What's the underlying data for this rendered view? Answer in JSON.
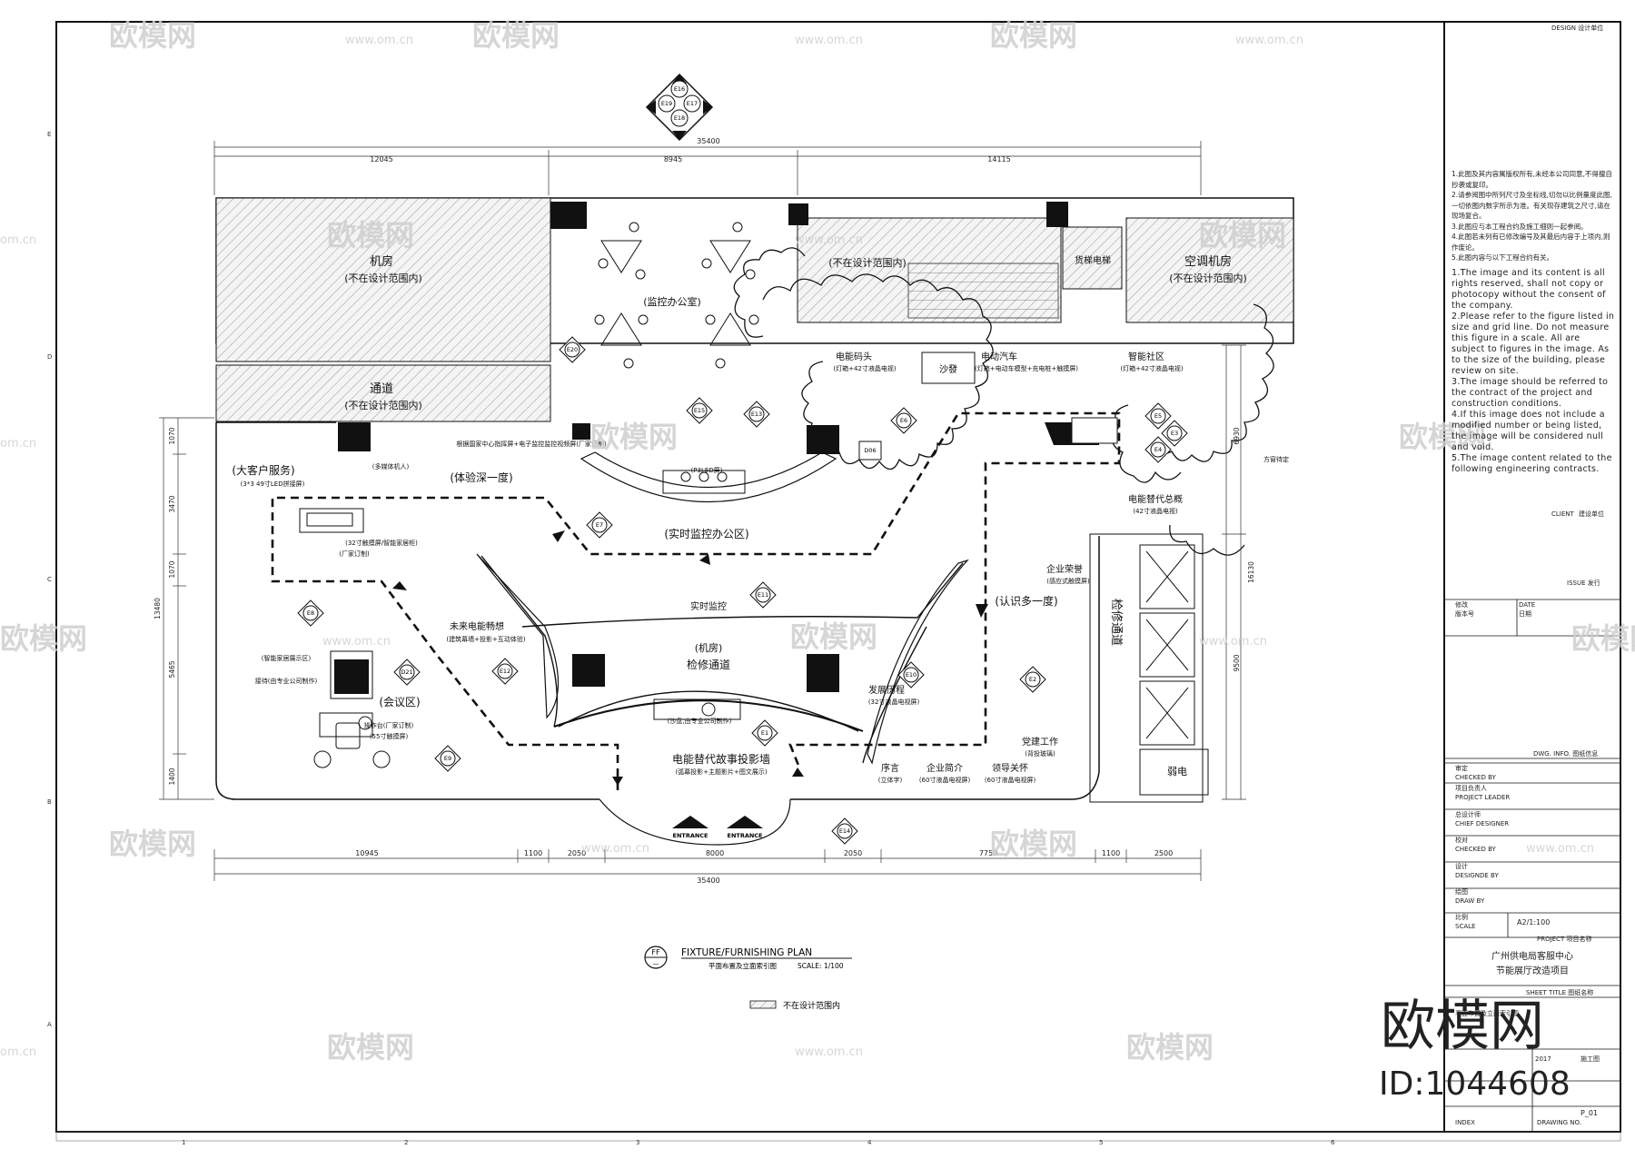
{
  "labels": {
    "machine_room": "机房",
    "out_of_scope": "(不在设计范围内)",
    "corridor": "通道",
    "monitor_office": "(监控办公室)",
    "hvac_room": "空调机房",
    "freight_elevator": "货梯电梯",
    "ev_dock": "电能码头",
    "ev_dock_note": "(灯箱+42寸液晶电视)",
    "sofa": "沙發",
    "ev_car": "电动汽车",
    "ev_car_note": "(灯箱+电动车模型+充电桩+触摸屏)",
    "smart_community": "智能社区",
    "smart_community_note": "(灯箱+42寸液晶电视)",
    "vip_service": "(大客户服务)",
    "vip_service_note": "(3*3 49寸LED拼接屏)",
    "experience": "(体验深一度)",
    "realtime_zone": "(实时监控办公区)",
    "realtime_zone_note": "(P3LED屏)",
    "smart_tv_note": "(32寸触摸屏/智能家居柜)",
    "smart_tv_sub": "(厂家订制)",
    "future_ev": "未来电能畅想",
    "future_ev_note": "(建筑幕墙+投影+互动体验)",
    "realtime_monitor": "实时监控",
    "machine_room2": "(机房)",
    "maintenance": "检修通道",
    "smart_home": "(智能家居展示区)",
    "reception": "接待(由专业公司制作)",
    "meeting": "(会议区)",
    "console": "操作台(厂家订制)",
    "console_note": "(55寸触摸屏)",
    "sand_table": "(沙盘,由专业公司制作)",
    "story_wall": "电能替代故事投影墙",
    "story_wall_note": "(弧幕投影+主题影片+图文展示)",
    "development": "发展历程",
    "development_note": "(32寸液晶电视屏)",
    "recognize": "(认识多一度)",
    "ev_substitute": "电能替代总概",
    "ev_substitute_note": "(42寸液晶电视)",
    "enterprise_honor": "企业荣誉",
    "enterprise_honor_note": "(感应式触摸屏)",
    "party_work": "党建工作",
    "party_work_note": "(背投玻璃)",
    "preface": "序言",
    "preface_note": "(立体字)",
    "company_intro": "企业简介",
    "company_intro_note": "(60寸液晶电视屏)",
    "leader_care": "领导关怀",
    "leader_care_note": "(60寸液晶电视屏)",
    "weak_power": "弱电",
    "maintenance_v": "检修通道",
    "entrance": "ENTRANCE",
    "monitor_center": "根据国家中心指挥屏+电子监控监控视频屏(厂家订制)",
    "projector_note": "(多媒体机人)",
    "curtain": "方窗待定",
    "legend_text": "不在设计范围内"
  },
  "dimensions": {
    "top_total": "35400",
    "top_a": "12045",
    "top_b": "8945",
    "top_c": "14115",
    "bottom_total": "35400",
    "bottom_segments": [
      "10945",
      "1100",
      "2050",
      "8000",
      "2050",
      "7750",
      "1100",
      "2500"
    ],
    "left_total": "13480",
    "left_segments": [
      "1070",
      "3470",
      "1070",
      "5465",
      "1400"
    ],
    "right_a": "6930",
    "right_b": "16130",
    "right_c": "9500"
  },
  "markers": {
    "top_cluster": [
      "E16",
      "E19",
      "E17",
      "E18"
    ],
    "elevation_tags": [
      "E20",
      "E15",
      "E13",
      "E6",
      "E5",
      "E3",
      "E4",
      "E7",
      "E11",
      "E8",
      "D21",
      "E12",
      "E10",
      "E2",
      "E1",
      "E9",
      "E14",
      "D06"
    ]
  },
  "plan_title": {
    "code": "FF",
    "sub_code": "—",
    "title": "FIXTURE/FURNISHING PLAN",
    "subtitle": "平面布置及立面索引图",
    "scale": "SCALE: 1/100"
  },
  "grid": {
    "top_numbers": [
      "1",
      "2",
      "3",
      "4",
      "5",
      "6"
    ],
    "side_letters": [
      "E",
      "D",
      "C",
      "B",
      "A"
    ]
  },
  "notes_cn": [
    "1.此图及其内容属版权所有,未经本公司同意,不得擅自抄袭或复印。",
    "2.请参阅图中所列尺寸及坐标线,切勿以比例量度此图,一切依图内数字所示为准。有关现存建筑之尺寸,请在现场复合。",
    "3.此图应与本工程合约及施工细则一起参阅。",
    "4.此图若未列有已修改编号及其最后内容于上项内,则作废论。",
    "5.此图内容与以下工程合约有关。"
  ],
  "notes_en": [
    "1.The image and its content is all rights reserved, shall not copy or photocopy without the consent of the company.",
    "2.Please refer to the figure listed in size and grid line. Do not measure this figure in a scale. All are subject to figures in the image. As to the size of the building, please review on site.",
    "3.The image should be referred to the contract of the project and construction conditions.",
    "4.If this image does not include a modified number or being listed, the image will be considered null and void.",
    "5.The image content related to the following engineering contracts."
  ],
  "title_block": {
    "design_label": "DESIGN 设计单位",
    "client_label": "CLIENT",
    "client_cn": "建设单位",
    "issue_label": "ISSUE 发行",
    "date_label": "DATE",
    "date_cn": "日期",
    "revision_label": "修改",
    "revision_no": "版本号",
    "dwg_info": "DWG. INFO. 图纸信息",
    "checked_cn": "审定",
    "checked_en": "CHECKED BY",
    "leader_cn": "项目负责人",
    "leader_en": "PROJECT LEADER",
    "chief_cn": "总设计师",
    "chief_en": "CHIEF DESIGNER",
    "checked2_cn": "校对",
    "checked2_en": "CHECKED BY",
    "designer_cn": "设计",
    "designer_en": "DESIGNDE BY",
    "draw_cn": "绘图",
    "draw_en": "DRAW BY",
    "scale_cn": "比例",
    "scale_en": "SCALE",
    "scale_value": "A2/1:100",
    "project_label": "PROJECT 项目名称",
    "project_name_1": "广州供电局客服中心",
    "project_name_2": "节能展厅改造项目",
    "sheet_title_label": "SHEET TITLE 图纸名称",
    "sheet_title": "平面布置及立面索引图",
    "phase_cn": "施工图",
    "index_label": "INDEX",
    "drawing_no_label": "DRAWING NO.",
    "drawing_no": "P_01",
    "year": "2017"
  },
  "watermarks": {
    "brand": "欧模网",
    "url": "www.om.cn",
    "url_cut": "om.cn",
    "big_brand": "欧模网",
    "big_id": "ID:1044608"
  }
}
